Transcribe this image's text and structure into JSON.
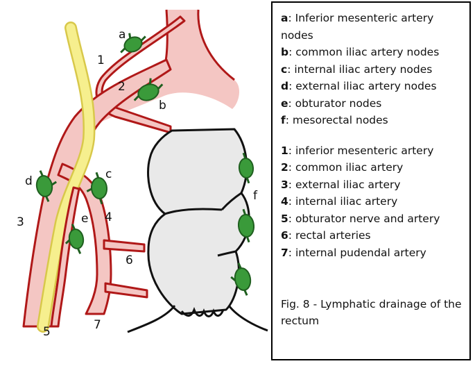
{
  "diagram": {
    "node_letters": [
      "a",
      "b",
      "c",
      "d",
      "e",
      "f"
    ],
    "vessel_numbers": [
      "1",
      "2",
      "3",
      "4",
      "5",
      "6",
      "7"
    ]
  },
  "legend": {
    "nodes": [
      {
        "key": "a",
        "text": ": Inferior mesenteric artery nodes"
      },
      {
        "key": "b",
        "text": ": common iliac artery nodes"
      },
      {
        "key": "c",
        "text": ": internal iliac artery nodes"
      },
      {
        "key": "d",
        "text": ": external iliac artery nodes"
      },
      {
        "key": "e",
        "text": ": obturator nodes"
      },
      {
        "key": "f",
        "text": ": mesorectal nodes"
      }
    ],
    "vessels": [
      {
        "key": "1",
        "text": ": inferior mesenteric artery"
      },
      {
        "key": "2",
        "text": ": common iliac artery"
      },
      {
        "key": "3",
        "text": ": external iliac artery"
      },
      {
        "key": "4",
        "text": ": internal iliac artery"
      },
      {
        "key": "5",
        "text": ": obturator nerve and artery"
      },
      {
        "key": "6",
        "text": ": rectal arteries"
      },
      {
        "key": "7",
        "text": ": internal pudendal artery"
      }
    ],
    "caption": "Fig. 8 - Lymphatic drainage of the rectum"
  },
  "colors": {
    "artery_fill": "#f4c6c3",
    "artery_outline": "#b01818",
    "nerve": "#f6ef8e",
    "node_fill": "#3a9a3a",
    "node_outline": "#1f5f1f",
    "rectum_fill": "#e9e9e9",
    "rectum_outline": "#111111"
  }
}
